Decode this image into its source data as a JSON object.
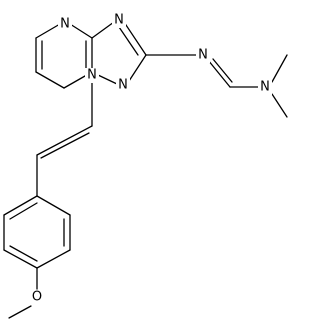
{
  "diagram": {
    "type": "chemical-structure",
    "atom_labels": {
      "n_pyrimidine_top": "N",
      "n_triazole_top": "N",
      "n_bridgehead": "N",
      "n_triazole_bottom": "N",
      "n_imine": "N",
      "n_dimethylamino": "N",
      "o_methoxy": "O"
    }
  }
}
